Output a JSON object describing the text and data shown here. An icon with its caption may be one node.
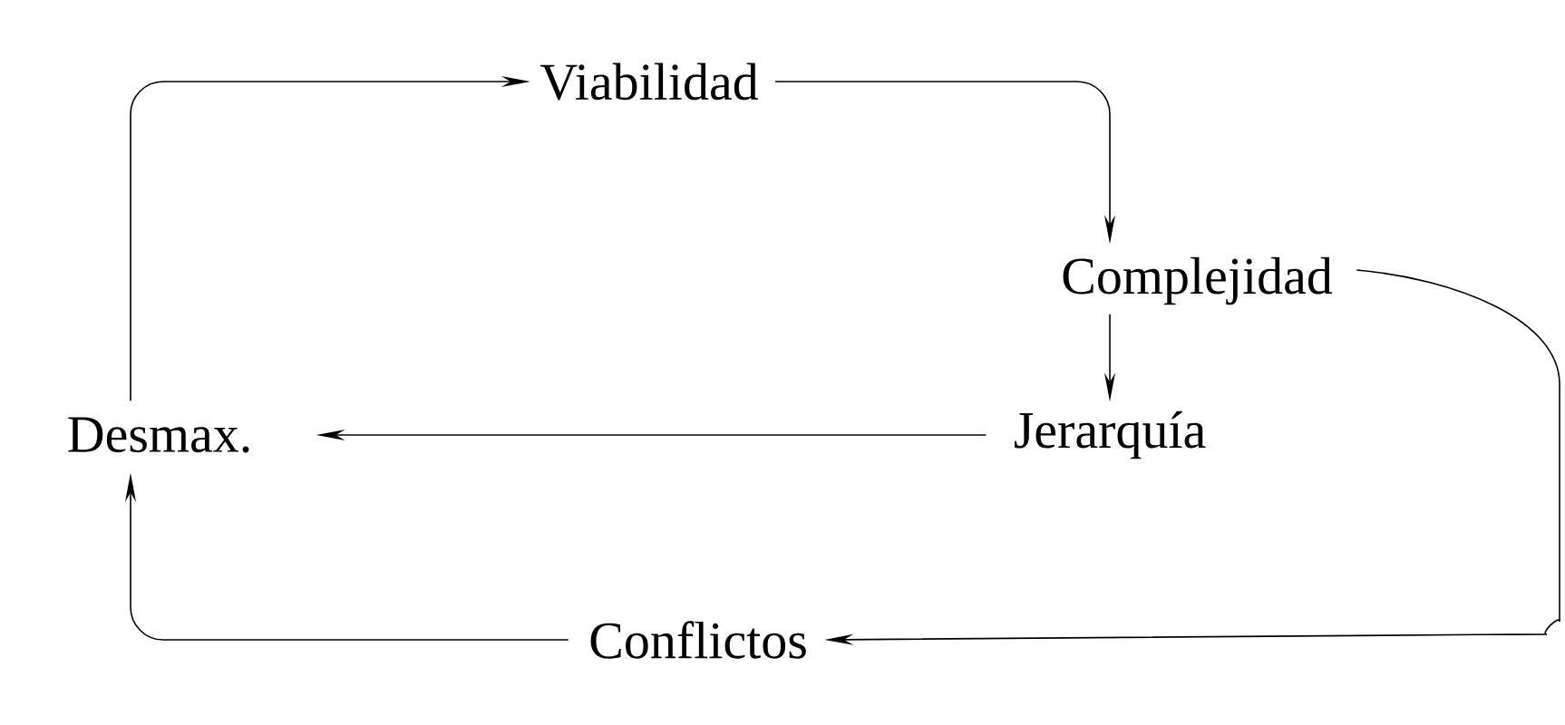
{
  "diagram": {
    "nodes": [
      {
        "text": [
          "Viabilidad"
        ]
      },
      {
        "text": [
          "Complejidad"
        ]
      },
      {
        "text": [
          "Jerarquía"
        ]
      },
      {
        "text": [
          "Desmax."
        ]
      },
      {
        "text": [
          "Conflictos"
        ]
      }
    ],
    "edges": [
      {
        "from": 3,
        "to": 0,
        "arrow": "to"
      },
      {
        "from": 0,
        "to": 1,
        "arrow": "to"
      },
      {
        "from": 1,
        "to": 2,
        "arrow": "to"
      },
      {
        "from": 2,
        "to": 3,
        "arrow": "to"
      },
      {
        "from": 1,
        "to": 4,
        "arrow": "to"
      },
      {
        "from": 4,
        "to": 3,
        "arrow": "to"
      }
    ]
  }
}
